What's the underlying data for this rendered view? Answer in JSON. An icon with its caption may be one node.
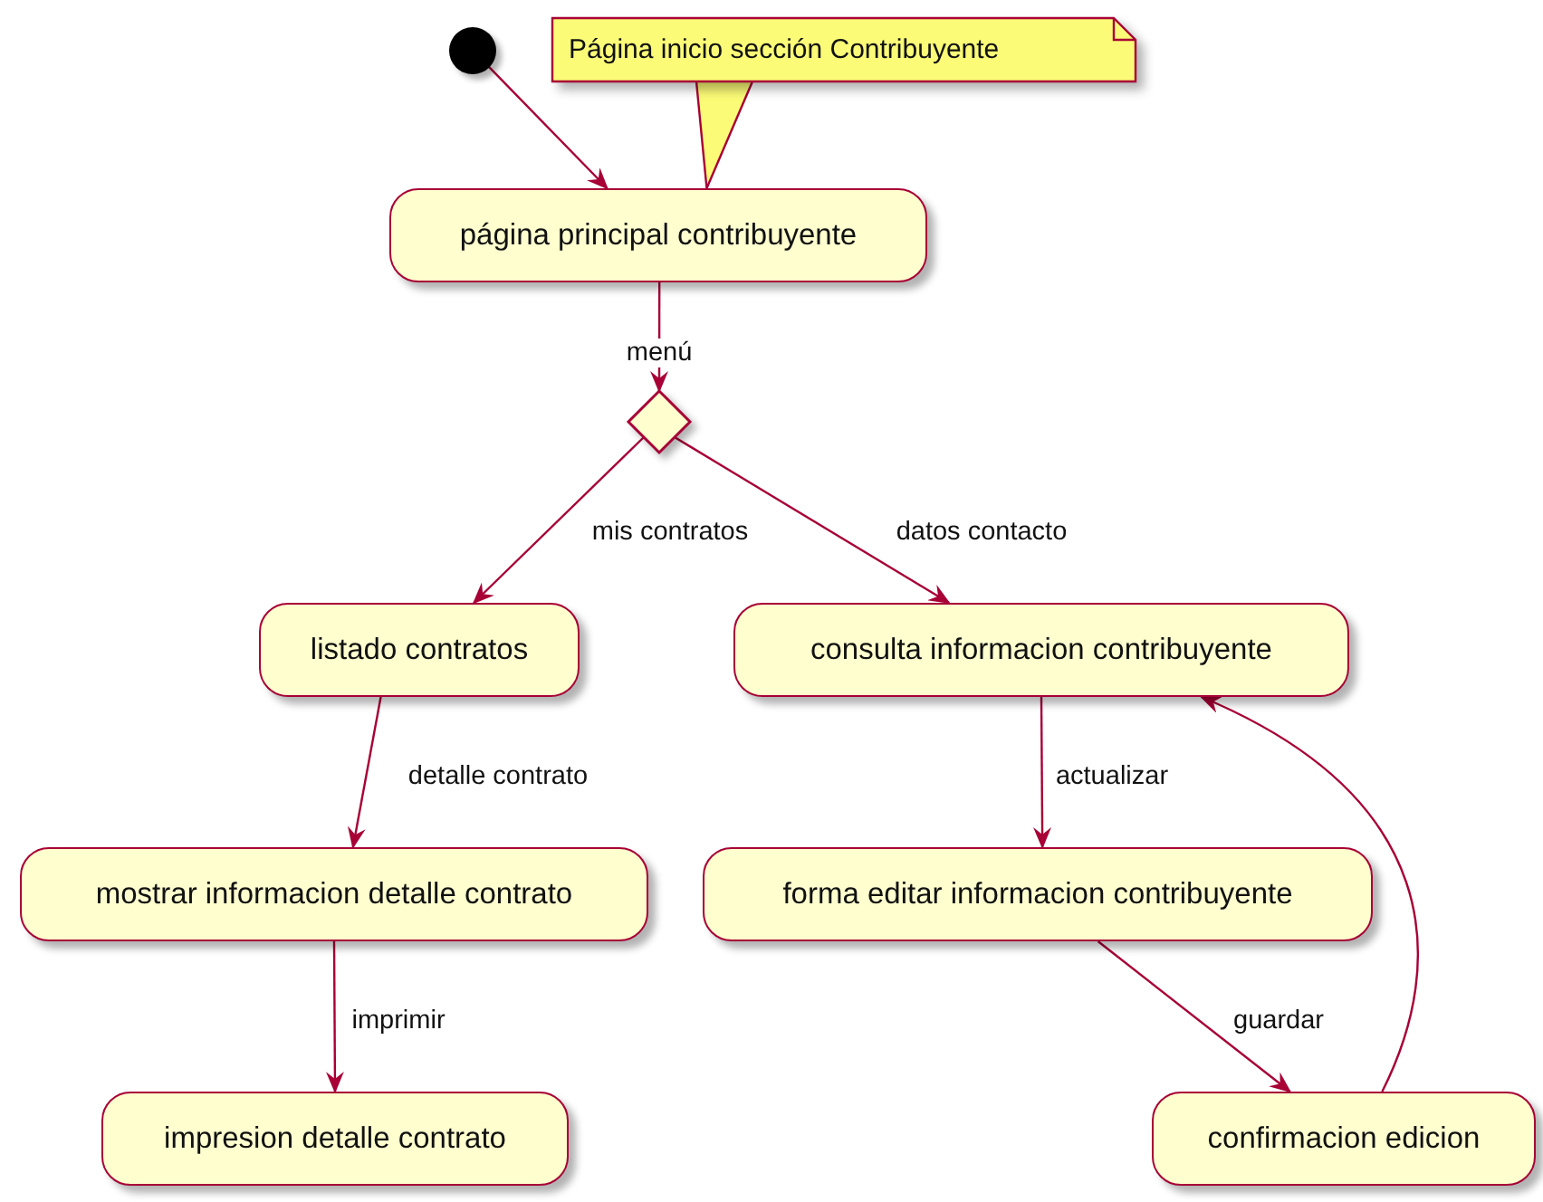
{
  "diagram": {
    "nodes": [
      {
        "text": [],
        "shape": "circle"
      },
      {
        "text": [
          "Página inicio sección Contribuyente"
        ]
      },
      {
        "text": [
          "página principal contribuyente"
        ]
      },
      {
        "text": [],
        "shape": "diamond"
      },
      {
        "text": [
          "listado contratos"
        ]
      },
      {
        "text": [
          "consulta informacion contribuyente"
        ]
      },
      {
        "text": [
          "mostrar informacion detalle contrato"
        ]
      },
      {
        "text": [
          "forma editar informacion contribuyente"
        ]
      },
      {
        "text": [
          "impresion detalle contrato"
        ]
      },
      {
        "text": [
          "confirmacion edicion"
        ]
      }
    ],
    "edges": [
      {
        "from": 0,
        "to": 2,
        "arrow": "to"
      },
      {
        "from": 1,
        "to": 2,
        "arrow": "none"
      },
      {
        "from": 2,
        "to": 3,
        "arrow": "to",
        "label": "menú"
      },
      {
        "from": 3,
        "to": 4,
        "arrow": "to",
        "label": "mis contratos"
      },
      {
        "from": 3,
        "to": 5,
        "arrow": "to",
        "label": "datos contacto"
      },
      {
        "from": 4,
        "to": 6,
        "arrow": "to",
        "label": "detalle contrato"
      },
      {
        "from": 6,
        "to": 8,
        "arrow": "to",
        "label": "imprimir"
      },
      {
        "from": 5,
        "to": 7,
        "arrow": "to",
        "label": "actualizar"
      },
      {
        "from": 7,
        "to": 9,
        "arrow": "to",
        "label": "guardar"
      },
      {
        "from": 9,
        "to": 5,
        "arrow": "to"
      }
    ]
  }
}
